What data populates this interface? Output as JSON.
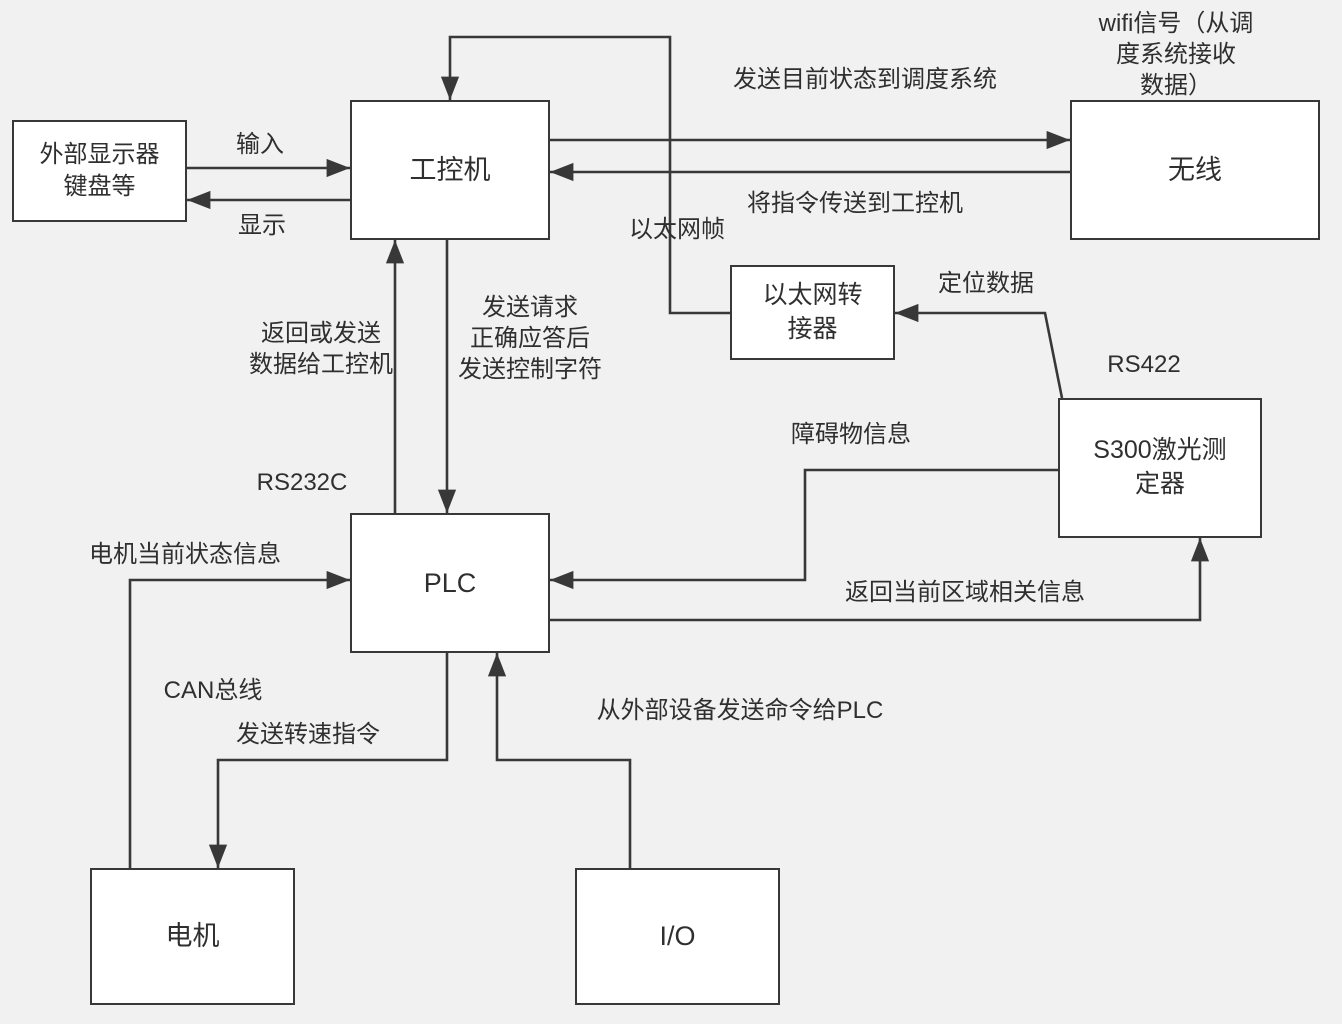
{
  "diagram": {
    "colors": {
      "background": "#f0f1f0",
      "line": "#383838",
      "node_fill": "#ffffff",
      "node_border": "#383838",
      "text": "#2f2f2f"
    },
    "nodes": {
      "external_display": "外部显示器\n键盘等",
      "ipc": "工控机",
      "wireless": "无线",
      "ethernet_adapter": "以太网转\n接器",
      "s300_laser": "S300激光测\n定器",
      "plc": "PLC",
      "motor": "电机",
      "io": "I/O"
    },
    "edge_labels": {
      "wifi_note": "wifi信号（从调度系统接收\n数据）",
      "send_status_to_dispatch": "发送目前状态到调度系统",
      "transmit_cmd_to_ipc": "将指令传送到工控机",
      "ethernet_frame": "以太网帧",
      "input": "输入",
      "display": "显示",
      "return_or_send_data": "返回或发送\n数据给工控机",
      "send_request_sequence": "发送请求\n正确应答后\n发送控制字符",
      "positioning_data": "定位数据",
      "rs422": "RS422",
      "obstacle_info": "障碍物信息",
      "return_area_info": "返回当前区域相关信息",
      "rs232c": "RS232C",
      "motor_status": "电机当前状态信息",
      "can_bus": "CAN总线",
      "send_speed_cmd": "发送转速指令",
      "cmd_from_external_to_plc": "从外部设备发送命令给PLC"
    }
  }
}
